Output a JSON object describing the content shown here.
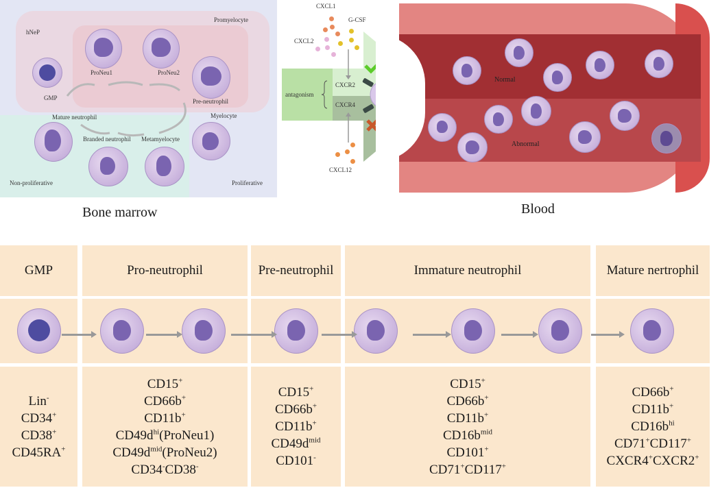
{
  "bone_marrow": {
    "caption": "Bone marrow",
    "regions": {
      "promyelocyte": "Promyelocyte",
      "hnep": "hNeP",
      "myelocyte": "Myelocyte",
      "non_proliferative": "Non-proliferative",
      "proliferative": "Proliferative"
    },
    "cells": {
      "gmp": "GMP",
      "proneu1": "ProNeu1",
      "proneu2": "ProNeu2",
      "pre_neutrophil": "Pre-neutrophil",
      "mature_neutrophil": "Mature neutrophil",
      "banded_neutrophil": "Branded neutrophil",
      "metamyelocyte": "Metamyelocyte"
    }
  },
  "chemokines": {
    "cxcl1": "CXCL1",
    "cxcl2": "CXCL2",
    "gcsf": "G-CSF",
    "cxcl12": "CXCL12",
    "cxcr2": "CXCR2",
    "cxcr4": "CXCR4",
    "antagonism": "antagonism",
    "colors": {
      "cxcl1": "#e88a5c",
      "cxcl2": "#e6b3d9",
      "gcsf": "#e3c12a",
      "cxcl12": "#ec8f45",
      "check": "#5ccc2a",
      "cross": "#c8582a"
    }
  },
  "blood": {
    "caption": "Blood",
    "normal_label": "Normal",
    "abnormal_label": "Abnormal"
  },
  "stages_table": {
    "stages": [
      {
        "name": "GMP",
        "markers": [
          "Lin<sup>-</sup>",
          "CD34<sup>+</sup>",
          "CD38<sup>+</sup>",
          "CD45RA<sup>+</sup>"
        ]
      },
      {
        "name": "Pro-neutrophil",
        "markers": [
          "CD15<sup>+</sup>",
          "CD66b<sup>+</sup>",
          "CD11b<sup>+</sup>",
          "CD49d<sup>hi</sup>(ProNeu1)",
          "CD49d<sup>mid</sup>(ProNeu2)",
          "CD34<sup>-</sup>CD38<sup>-</sup>"
        ]
      },
      {
        "name": "Pre-neutrophil",
        "markers": [
          "CD15<sup>+</sup>",
          "CD66b<sup>+</sup>",
          "CD11b<sup>+</sup>",
          "CD49d<sup>mid</sup>",
          "CD101<sup>-</sup>"
        ]
      },
      {
        "name": "Immature neutrophil",
        "markers": [
          "CD15<sup>+</sup>",
          "CD66b<sup>+</sup>",
          "CD11b<sup>+</sup>",
          "CD16b<sup>mid</sup>",
          "CD101<sup>+</sup>",
          "CD71<sup>+</sup>CD117<sup>+</sup>"
        ]
      },
      {
        "name": "Mature nertrophil",
        "markers": [
          "CD66b<sup>+</sup>",
          "CD11b<sup>+</sup>",
          "CD16b<sup>hi</sup>",
          "CD71<sup>+</sup>CD117<sup>+</sup>",
          "CXCR4<sup>+</sup>CXCR2<sup>+</sup>"
        ]
      }
    ]
  }
}
